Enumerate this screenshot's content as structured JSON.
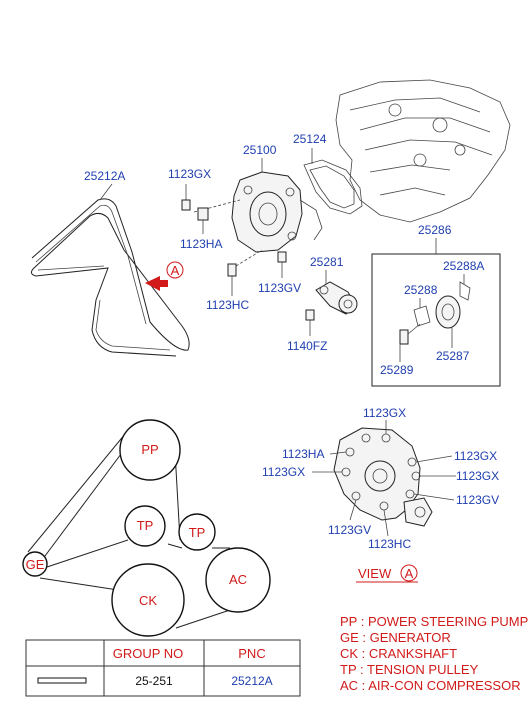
{
  "parts": {
    "belt": "25212A",
    "pump_mount_bolt": "1123GX",
    "pump": "25100",
    "gasket": "25124",
    "pump_bolt_ha": "1123HA",
    "pump_bolt_hc": "1123HC",
    "pump_bolt_gv": "1123GV",
    "tensioner": "25281",
    "tensioner_bolt": "1140FZ",
    "tensioner_assy": "25286",
    "pulley_cap": "25288A",
    "washer": "25288",
    "pulley": "25287",
    "pulley_bolt": "25289"
  },
  "view_a_marker": "A",
  "view_a": {
    "title": "VIEW",
    "marker": "A",
    "bolt_top": "1123GX",
    "bolt_left_ha": "1123HA",
    "bolt_left_gx": "1123GX",
    "bolt_right_gx1": "1123GX",
    "bolt_right_gx2": "1123GX",
    "bolt_right_gv": "1123GV",
    "bolt_bottom_gv": "1123GV",
    "bolt_bottom_hc": "1123HC"
  },
  "belt_routing": {
    "pulleys": [
      "PP",
      "GE",
      "TP",
      "TP",
      "CK",
      "AC"
    ]
  },
  "legend": [
    {
      "code": "PP",
      "desc": "POWER STEERING PUMP"
    },
    {
      "code": "GE",
      "desc": "GENERATOR"
    },
    {
      "code": "CK",
      "desc": "CRANKSHAFT"
    },
    {
      "code": "TP",
      "desc": "TENSION PULLEY"
    },
    {
      "code": "AC",
      "desc": "AIR-CON COMPRESSOR"
    }
  ],
  "table": {
    "header_group": "GROUP NO",
    "header_pnc": "PNC",
    "group_no": "25-251",
    "pnc": "25212A"
  },
  "colors": {
    "label_blue": "#1f3fb0",
    "label_red": "#d11a1a"
  }
}
